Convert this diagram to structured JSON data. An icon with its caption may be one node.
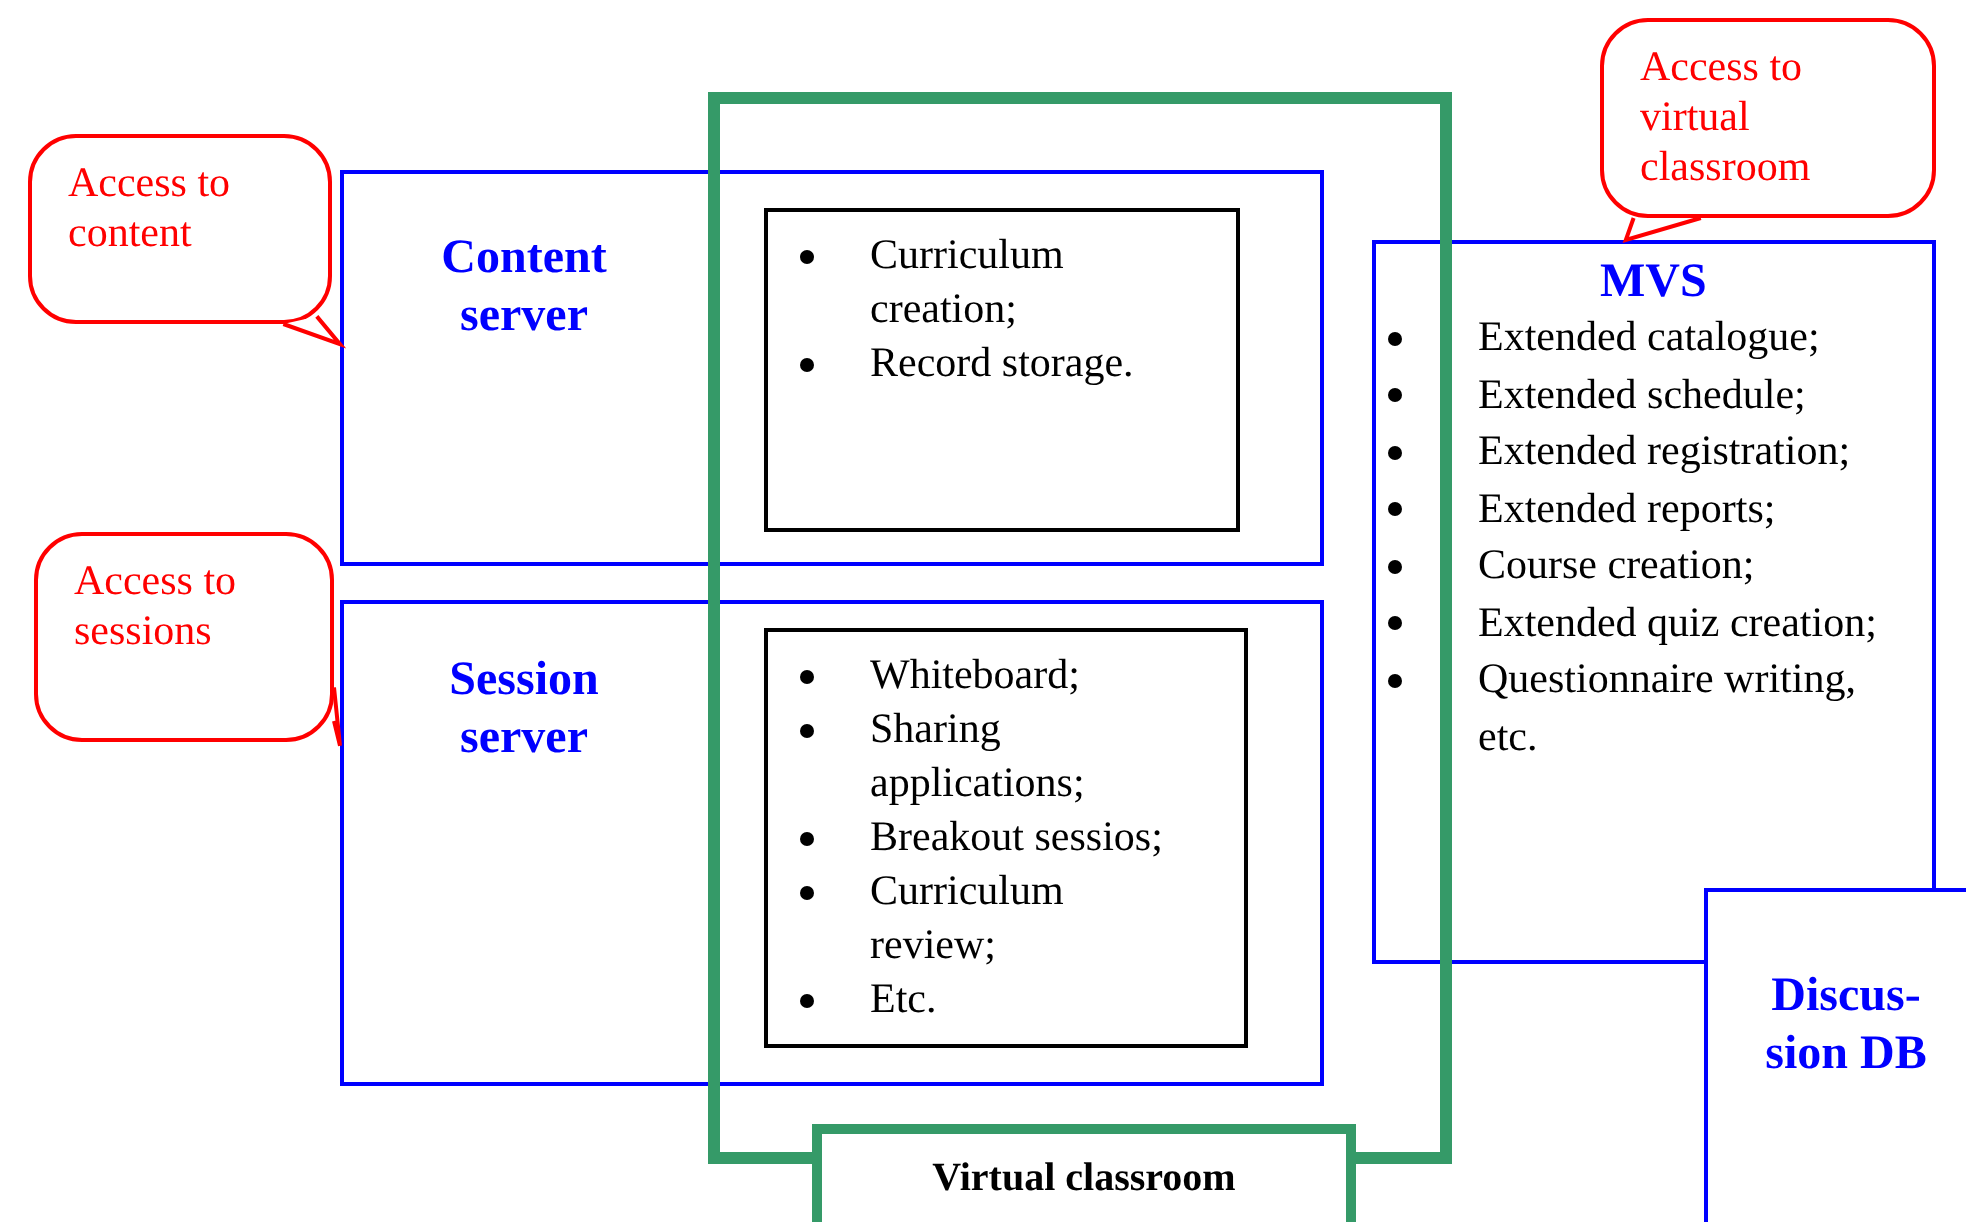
{
  "diagram": {
    "nodes": [
      {
        "text": [
          "Access to content"
        ]
      },
      {
        "text": [
          "Content server"
        ]
      },
      {
        "text": [
          "Curriculum creation;",
          "Record storage."
        ]
      },
      {
        "text": [
          "Access to sessions"
        ]
      },
      {
        "text": [
          "Session server"
        ]
      },
      {
        "text": [
          "Whiteboard;",
          "Sharing applications;",
          "Breakout sessios;",
          "Curriculum review;",
          "Etc."
        ]
      },
      {
        "text": [
          "Access to virtual classroom"
        ]
      },
      {
        "text": [
          "MVS",
          "Extended catalogue;",
          "Extended schedule;",
          "Extended registration;",
          "Extended reports;",
          "Course creation;",
          "Extended quiz creation;",
          "Questionnaire writing, etc."
        ]
      },
      {
        "text": [
          "Discus- sion DB"
        ]
      },
      {
        "text": [
          "Virtual classroom"
        ]
      }
    ],
    "edges": [
      {
        "from": 0,
        "to": 1,
        "arrow": "none"
      },
      {
        "from": 3,
        "to": 4,
        "arrow": "none"
      },
      {
        "from": 6,
        "to": 7,
        "arrow": "none"
      }
    ]
  }
}
